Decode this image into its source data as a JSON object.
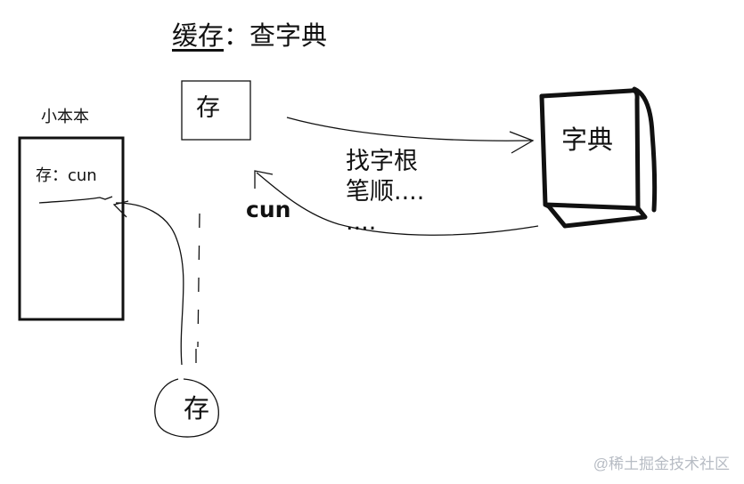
{
  "title": {
    "underlined": "缓存",
    "rest": "：查字典"
  },
  "notebook": {
    "label": "小本本",
    "entry": "存：cun"
  },
  "cache_box": {
    "label": "存"
  },
  "dictionary": {
    "label": "字典"
  },
  "lookup_steps": [
    "找字根",
    "笔顺....",
    "...."
  ],
  "result": "cun",
  "request": {
    "label": "存"
  },
  "watermark": "@稀土掘金技术社区",
  "colors": {
    "ink": "#111111",
    "watermark": "#b7bcc4",
    "background": "#ffffff"
  }
}
